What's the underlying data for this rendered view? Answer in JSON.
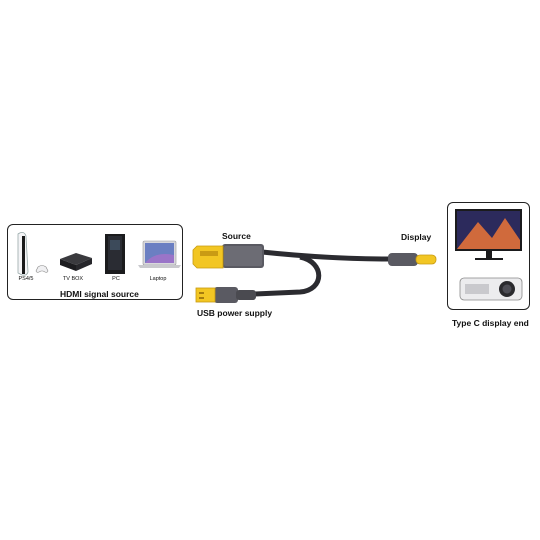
{
  "source_panel": {
    "caption": "HDMI signal source",
    "devices": [
      {
        "label": "PS4/5",
        "icon": "game-console-icon"
      },
      {
        "label": "TV BOX",
        "icon": "tv-box-icon"
      },
      {
        "label": "PC",
        "icon": "pc-tower-icon"
      },
      {
        "label": "Laptop",
        "icon": "laptop-icon"
      }
    ]
  },
  "cable": {
    "source_label": "Source",
    "display_label": "Display",
    "usb_label": "USB power supply",
    "connector_color": "#f2c623",
    "housing_color": "#5a5a62",
    "cable_color": "#2b2b30"
  },
  "display_panel": {
    "caption": "Type C display end",
    "devices": [
      {
        "icon": "monitor-icon"
      },
      {
        "icon": "projector-icon"
      }
    ]
  }
}
